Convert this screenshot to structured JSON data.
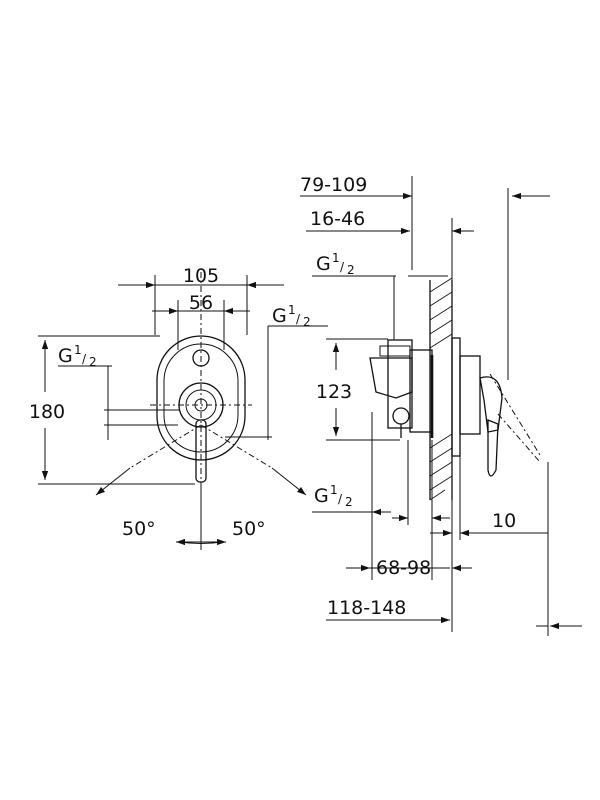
{
  "front_view": {
    "dim_width_outer": "105",
    "dim_width_inner": "56",
    "dim_height": "180",
    "thread_left": {
      "base": "G",
      "num": "1",
      "den": "2"
    },
    "thread_right": {
      "base": "G",
      "num": "1",
      "den": "2"
    },
    "angle_left": "50°",
    "angle_right": "50°"
  },
  "side_view": {
    "dim_depth_range": "79-109",
    "dim_wall_range": "16-46",
    "dim_height": "123",
    "dim_offset": "10",
    "dim_mid_range": "68-98",
    "dim_total_range": "118-148",
    "thread_top": {
      "base": "G",
      "num": "1",
      "den": "2"
    },
    "thread_bottom": {
      "base": "G",
      "num": "1",
      "den": "2"
    }
  }
}
